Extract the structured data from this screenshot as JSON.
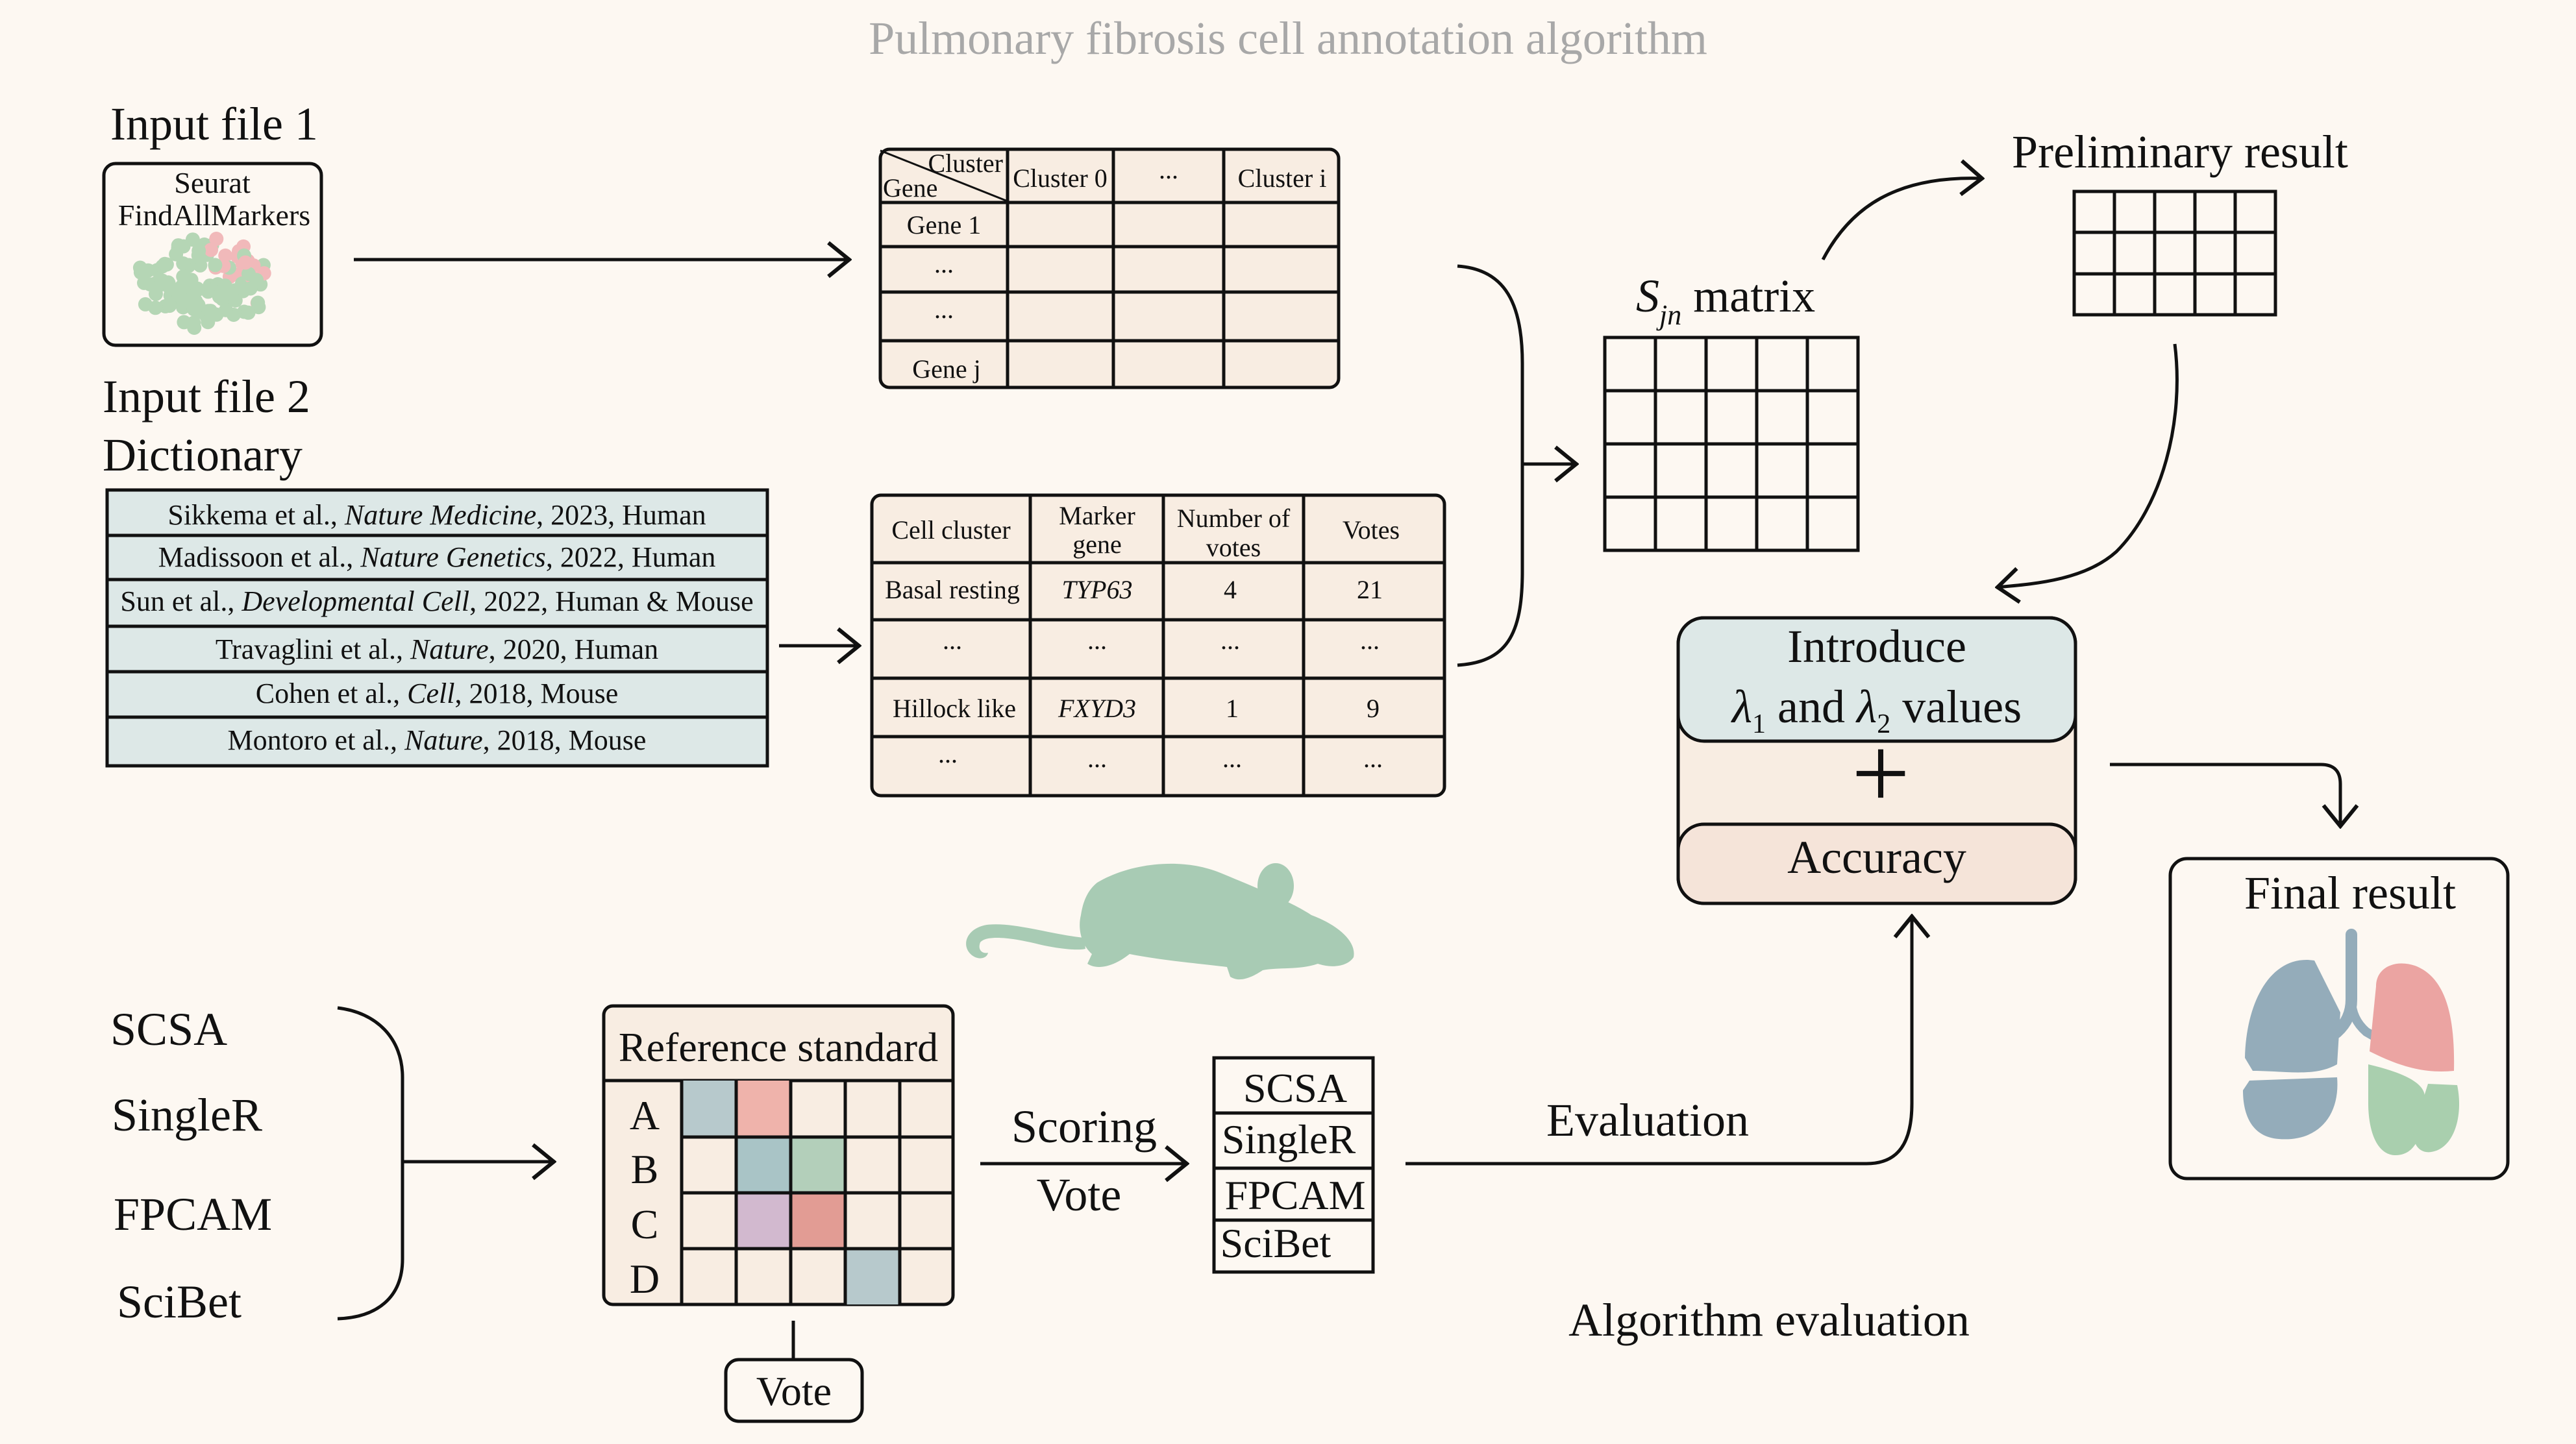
{
  "title": "Pulmonary fibrosis cell annotation algorithm",
  "input1": {
    "heading": "Input file 1",
    "box_line1": "Seurat",
    "box_line2": "FindAllMarkers"
  },
  "cluster_table": {
    "corner_top": "Cluster",
    "corner_bottom": "Gene",
    "col1": "Cluster 0",
    "col2": "...",
    "col3": "Cluster i",
    "rows": [
      "Gene 1",
      "...",
      "...",
      "Gene j"
    ]
  },
  "input2": {
    "heading_line1": "Input file 2",
    "heading_line2": "Dictionary",
    "refs": [
      {
        "pre": "Sikkema et al., ",
        "journal": "Nature Medicine",
        "post": ", 2023, Human"
      },
      {
        "pre": "Madissoon et al., ",
        "journal": "Nature Genetics",
        "post": ", 2022, Human"
      },
      {
        "pre": "Sun et al., ",
        "journal": "Developmental Cell",
        "post": ", 2022, Human & Mouse"
      },
      {
        "pre": "Travaglini et al., ",
        "journal": "Nature",
        "post": ", 2020, Human"
      },
      {
        "pre": "Cohen et al., ",
        "journal": "Cell",
        "post": ", 2018, Mouse"
      },
      {
        "pre": "Montoro et al., ",
        "journal": "Nature",
        "post": ", 2018, Mouse"
      }
    ]
  },
  "vote_table": {
    "h1": "Cell cluster",
    "h2a": "Marker",
    "h2b": "gene",
    "h3a": "Number of",
    "h3b": "votes",
    "h4": "Votes",
    "rows": [
      [
        "Basal resting",
        "TYP63",
        "4",
        "21"
      ],
      [
        "...",
        "...",
        "...",
        "..."
      ],
      [
        "Hillock like",
        "FXYD3",
        "1",
        "9"
      ],
      [
        "...",
        "...",
        "...",
        "..."
      ]
    ]
  },
  "sjn": {
    "symbol": "S",
    "subscript": "jn",
    "word": " matrix"
  },
  "preliminary": "Preliminary result",
  "lambda_box": {
    "line1": "Introduce",
    "l1": "λ",
    "s1": "1",
    "mid": " and ",
    "l2": "λ",
    "s2": "2",
    "end": " values",
    "plus": "+",
    "accuracy": "Accuracy"
  },
  "final_result": "Final result",
  "methods": [
    "SCSA",
    "SingleR",
    "FPCAM",
    "SciBet"
  ],
  "reference": {
    "title": "Reference  standard",
    "rows": [
      "A",
      "B",
      "C",
      "D"
    ],
    "vote": "Vote"
  },
  "scoring": {
    "line1": "Scoring",
    "line2": "Vote"
  },
  "ranked": [
    "SCSA",
    "SingleR",
    "FPCAM",
    "SciBet"
  ],
  "evaluation": "Evaluation",
  "algorithm_evaluation": "Algorithm evaluation",
  "colors": {
    "background": "#fdf8f2",
    "blue_fill": "#dde8e7",
    "peach_fill": "#f5e4d9",
    "table_fill": "#f8ede2",
    "cell_blue": "#b7c9cc",
    "cell_pink": "#efb3ab",
    "cell_teal": "#a9c4c6",
    "cell_green": "#b3cfba",
    "cell_mauve": "#d2b9cf",
    "cell_red": "#e29c94",
    "mouse": "#a8cbb4",
    "lung_blue": "#94acba",
    "lung_pink": "#eba4a2",
    "lung_green": "#a9cfae",
    "dot_green": "#b5d6b5",
    "dot_pink": "#f1b9ba"
  }
}
